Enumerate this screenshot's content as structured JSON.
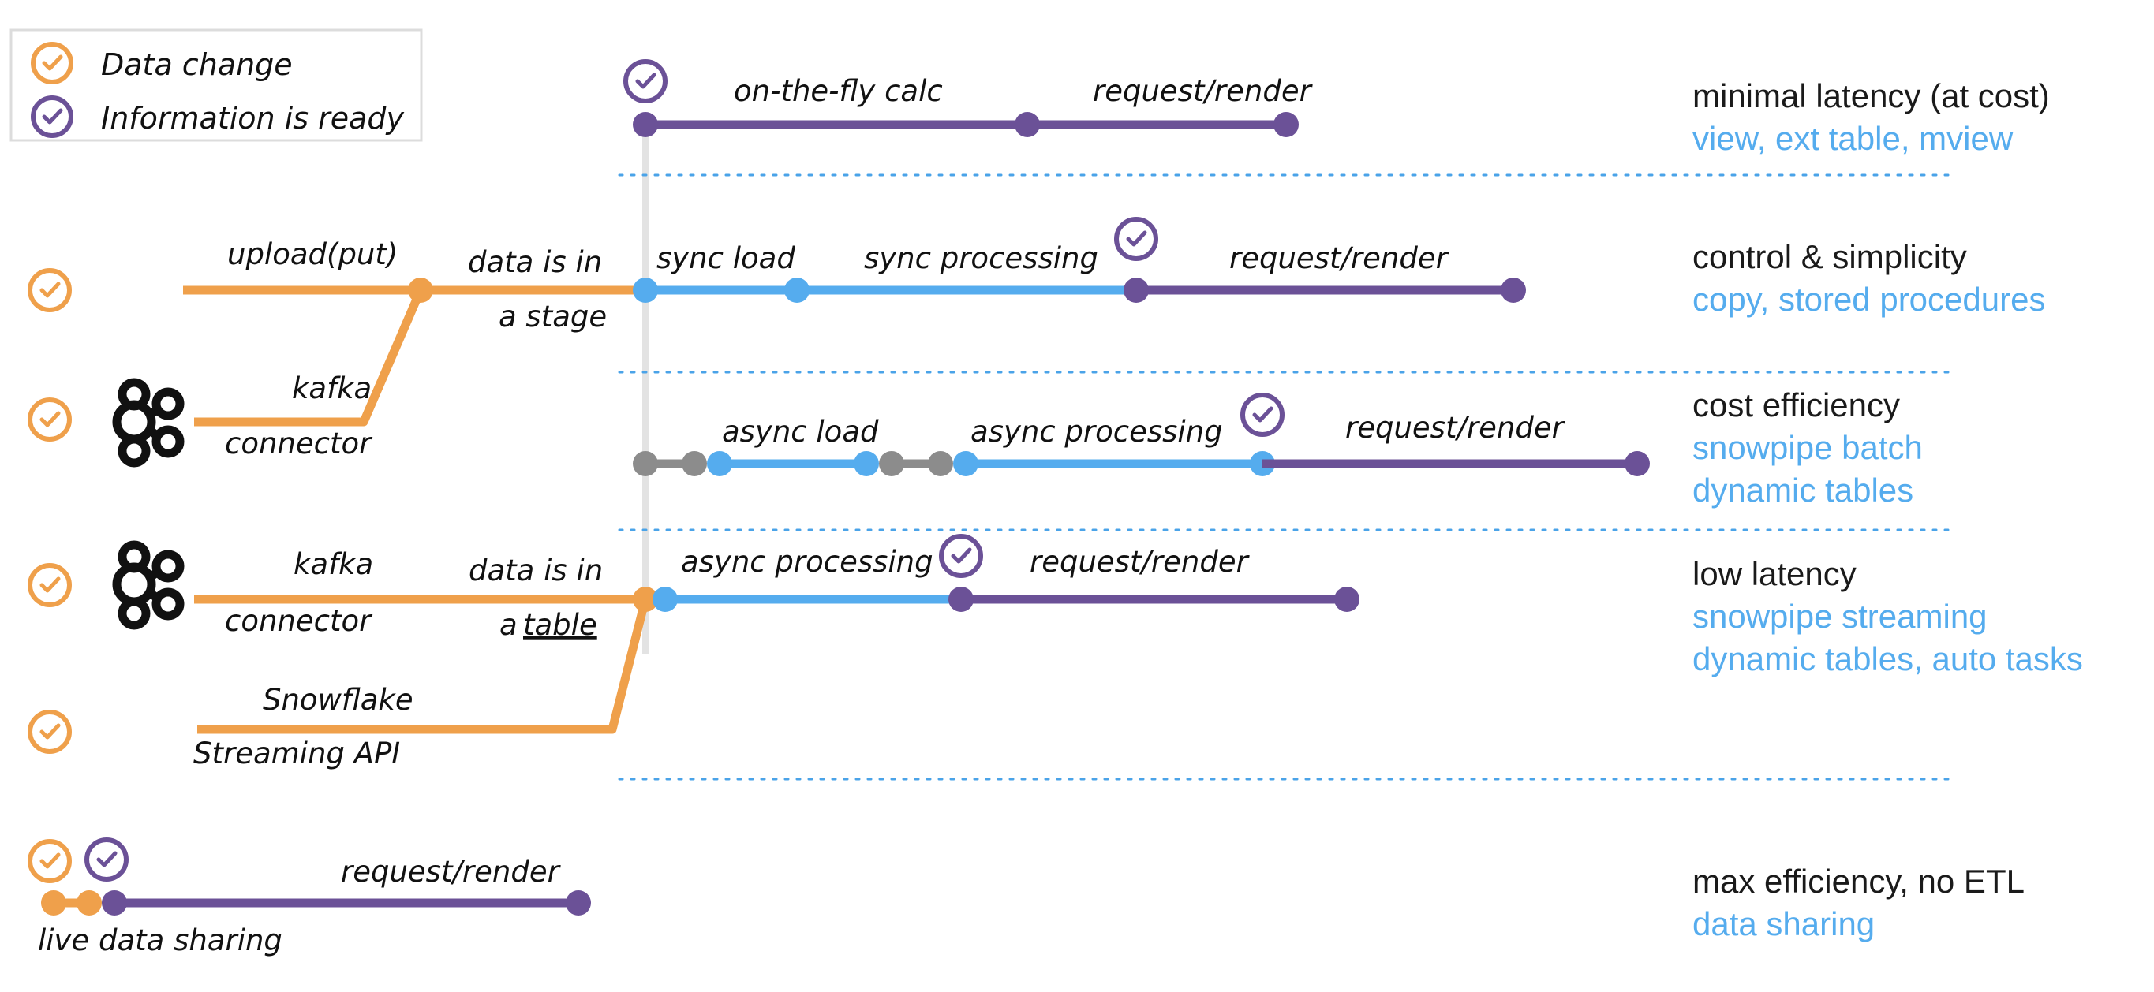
{
  "legend": {
    "items": [
      {
        "icon": "check-circle-icon",
        "color": "#EFA04B",
        "label": "Data change"
      },
      {
        "icon": "check-circle-icon",
        "color": "#6B5197",
        "label": "Information is ready"
      }
    ]
  },
  "colors": {
    "orange": "#EFA04B",
    "purple": "#6B5197",
    "blue": "#55ACEE",
    "gray": "#8C8C8C",
    "axis_gray": "#E3E3E3",
    "separator_blue": "#4AA3E8",
    "black": "#1A1A1A"
  },
  "rows": [
    {
      "id": "minimal-latency",
      "right_title": "minimal latency (at cost)",
      "right_sub": [
        "view, ext table, mview"
      ],
      "stage_labels": [
        "on-the-fly calc",
        "request/render"
      ],
      "badges": [
        "information-ready"
      ]
    },
    {
      "id": "control-simplicity",
      "right_title": "control & simplicity",
      "right_sub": [
        "copy, stored procedures"
      ],
      "stage_labels": [
        "upload(put)",
        "data is in",
        "a stage",
        "sync load",
        "sync processing",
        "request/render"
      ],
      "badges": [
        "data-change",
        "information-ready"
      ]
    },
    {
      "id": "cost-efficiency",
      "right_title": "cost efficiency",
      "right_sub": [
        "snowpipe batch",
        "dynamic tables"
      ],
      "stage_labels": [
        "kafka",
        "connector",
        "async load",
        "async processing",
        "request/render"
      ],
      "badges": [
        "data-change",
        "information-ready"
      ]
    },
    {
      "id": "low-latency",
      "right_title": "low latency",
      "right_sub": [
        "snowpipe streaming",
        "dynamic tables, auto tasks"
      ],
      "stage_labels": [
        "kafka",
        "connector",
        "data is in",
        "a ",
        "table",
        "async processing",
        "request/render"
      ],
      "badges": [
        "data-change",
        "information-ready"
      ]
    },
    {
      "id": "snowflake-streaming-api",
      "right_title": "",
      "right_sub": [],
      "stage_labels": [
        "Snowflake",
        "Streaming API"
      ],
      "badges": [
        "data-change"
      ]
    },
    {
      "id": "data-sharing",
      "right_title": "max efficiency, no ETL",
      "right_sub": [
        "data sharing"
      ],
      "stage_labels": [
        "request/render",
        "live data sharing"
      ],
      "badges": [
        "data-change",
        "information-ready"
      ]
    }
  ],
  "labels": {
    "on_the_fly_calc": "on-the-fly calc",
    "request_render": "request/render",
    "upload_put": "upload(put)",
    "data_is_in": "data is in",
    "a_stage": "a stage",
    "sync_load": "sync load",
    "sync_processing": "sync processing",
    "kafka": "kafka",
    "connector": "connector",
    "async_load": "async load",
    "async_processing": "async processing",
    "a_word": "a ",
    "table_word": "table",
    "snowflake": "Snowflake",
    "streaming_api": "Streaming API",
    "live_data_sharing": "live data sharing"
  },
  "right_column": [
    {
      "title": "minimal latency (at cost)",
      "subs": [
        "view, ext table, mview"
      ]
    },
    {
      "title": "control & simplicity",
      "subs": [
        "copy, stored procedures"
      ]
    },
    {
      "title": "cost efficiency",
      "subs": [
        "snowpipe batch",
        "dynamic tables"
      ]
    },
    {
      "title": "low latency",
      "subs": [
        "snowpipe streaming",
        "dynamic tables, auto tasks"
      ]
    },
    {
      "title": "max efficiency, no ETL",
      "subs": [
        "data sharing"
      ]
    }
  ],
  "icons": {
    "kafka": "kafka-logo-icon",
    "check": "check-circle-icon"
  }
}
